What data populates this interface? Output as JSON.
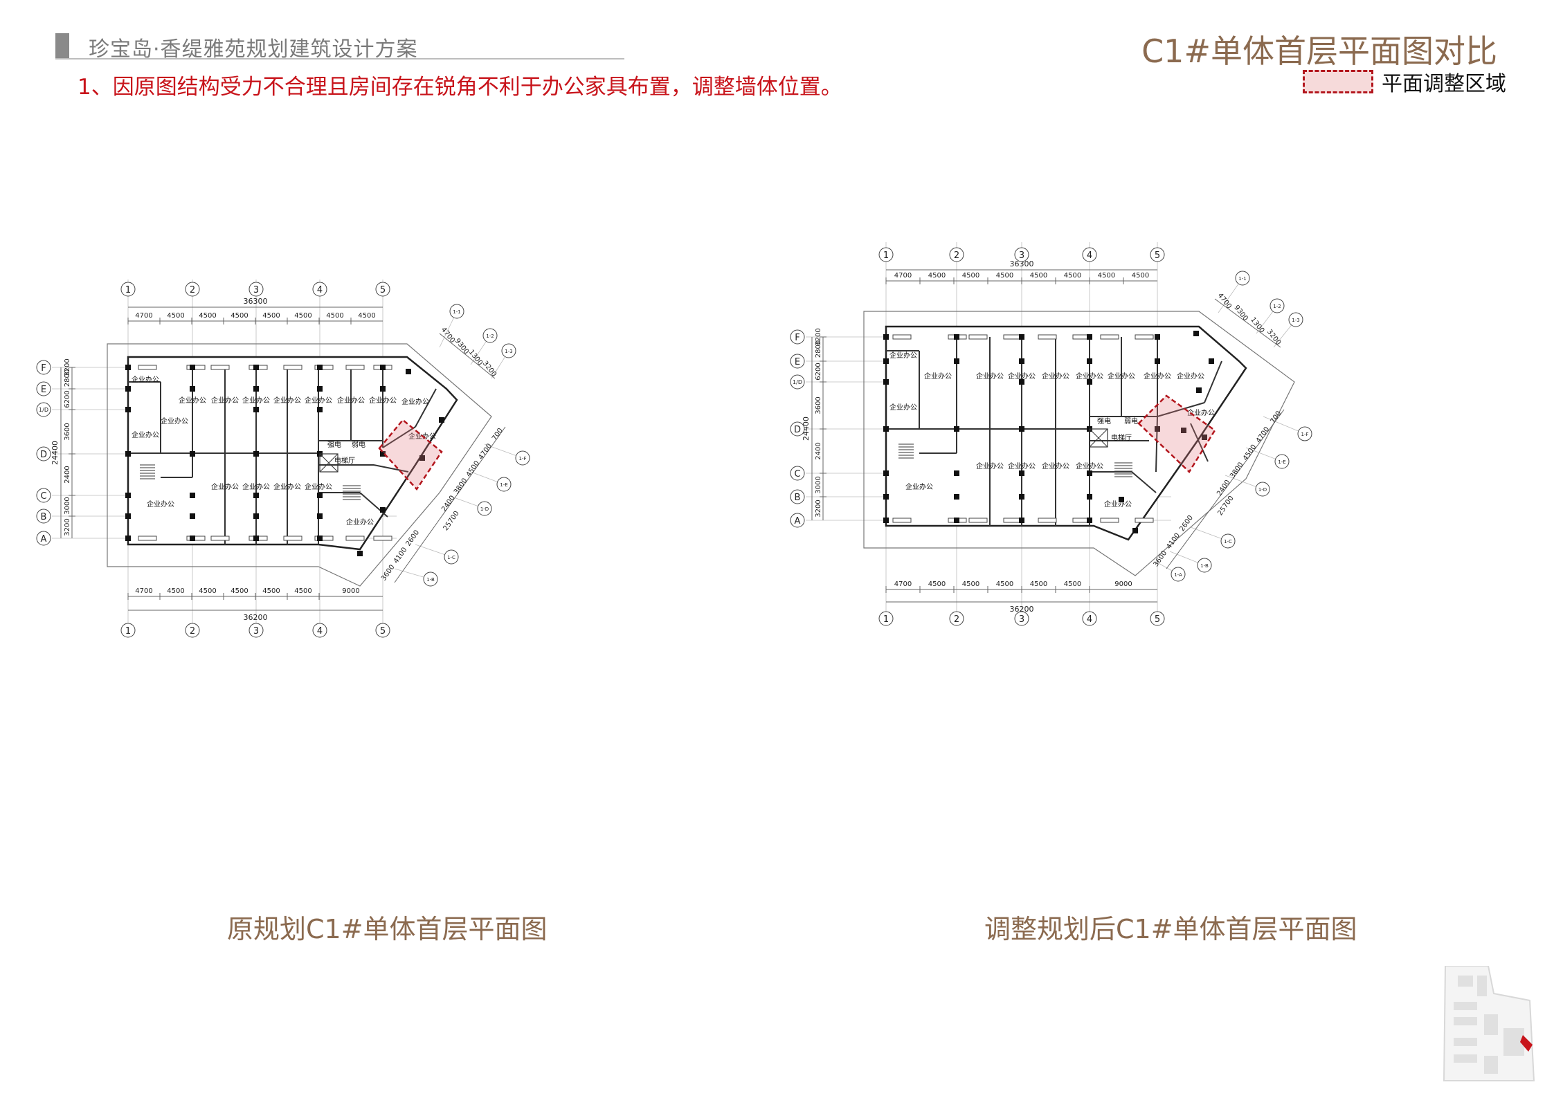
{
  "header": {
    "project_title": "珍宝岛·香缇雅苑规划建筑设计方案",
    "page_title": "C1#单体首层平面图对比",
    "note": "1、因原图结构受力不合理且房间存在锐角不利于办公家具布置，调整墙体位置。"
  },
  "legend": {
    "label": "平面调整区域",
    "color": "#b3161d"
  },
  "plans": [
    {
      "caption": "原规划C1#单体首层平面图",
      "column_axes": [
        "1",
        "2",
        "3",
        "4",
        "5"
      ],
      "row_axes": [
        "F",
        "E",
        "1/D",
        "D",
        "C",
        "B",
        "A"
      ],
      "rotated_axes": [
        "1-1",
        "1-2",
        "1-3",
        "1-F",
        "1-E",
        "1-D",
        "1-C",
        "1-B"
      ],
      "top_total": "36300",
      "top_dims": [
        "4700",
        "4500",
        "4500",
        "4500",
        "4500",
        "4500",
        "4500",
        "4500"
      ],
      "bottom_total": "36200",
      "bottom_dims": [
        "4700",
        "4500",
        "4500",
        "4500",
        "4500",
        "4500",
        "9000"
      ],
      "left_total": "24400",
      "left_dims": [
        "3200",
        "2800",
        "6200",
        "3600",
        "2400",
        "3000",
        "3200"
      ],
      "diag_top_dims": [
        "4700",
        "9300",
        "1300",
        "3200"
      ],
      "diag_right_dims": [
        "700",
        "4700",
        "4500",
        "3800",
        "2400",
        "25700",
        "2600",
        "4100",
        "3600"
      ],
      "rooms": {
        "office": "企业办公",
        "strong_power": "强电",
        "weak_power": "弱电",
        "elevator_hall": "电梯厅"
      }
    },
    {
      "caption": "调整规划后C1#单体首层平面图",
      "column_axes": [
        "1",
        "2",
        "3",
        "4",
        "5"
      ],
      "row_axes": [
        "F",
        "E",
        "1/D",
        "D",
        "C",
        "B",
        "A"
      ],
      "rotated_axes": [
        "1-1",
        "1-2",
        "1-3",
        "1-F",
        "1-E",
        "1-D",
        "1-C",
        "1-B",
        "1-A"
      ],
      "top_total": "36300",
      "top_dims": [
        "4700",
        "4500",
        "4500",
        "4500",
        "4500",
        "4500",
        "4500",
        "4500"
      ],
      "bottom_total": "36200",
      "bottom_dims": [
        "4700",
        "4500",
        "4500",
        "4500",
        "4500",
        "4500",
        "9000"
      ],
      "left_total": "24400",
      "left_dims": [
        "3200",
        "2800",
        "6200",
        "3600",
        "2400",
        "3000",
        "3200"
      ],
      "diag_top_dims": [
        "4700",
        "9300",
        "1300",
        "3200"
      ],
      "diag_right_dims": [
        "700",
        "4700",
        "4500",
        "3800",
        "2400",
        "25700",
        "2600",
        "4100",
        "3600"
      ],
      "rooms": {
        "office": "企业办公",
        "strong_power": "强电",
        "weak_power": "弱电",
        "elevator_hall": "电梯厅"
      }
    }
  ]
}
